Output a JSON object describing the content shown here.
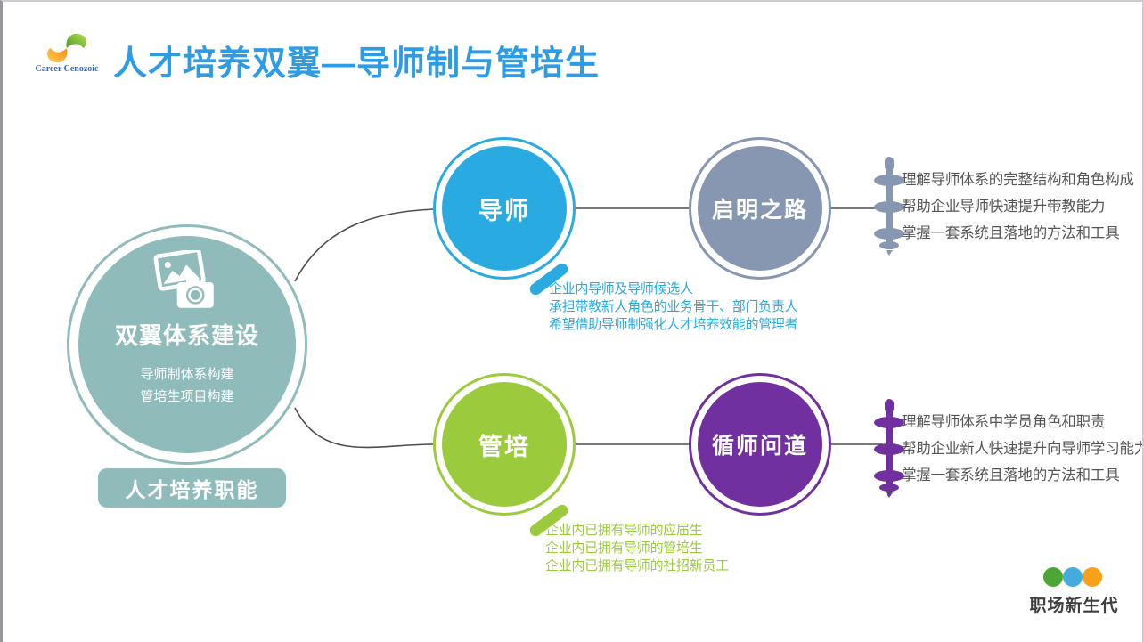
{
  "header": {
    "logo_brand": "Career Cenozoic",
    "title": "人才培养双翼—导师制与管培生",
    "title_color": "#2E9BE5"
  },
  "hub": {
    "icon": "photo-camera-icon",
    "color": "#8FBCBA",
    "title": "双翼体系建设",
    "subtitle_lines": [
      "导师制体系构建",
      "管培生项目构建"
    ],
    "label": "人才培养职能"
  },
  "branches": [
    {
      "circle_label": "导师",
      "color": "#29ABE2",
      "result_label": "启明之路",
      "result_color": "#8796B1",
      "audience": [
        "企业内导师及导师候选人",
        "承担带教新人角色的业务骨干、部门负责人",
        "希望借助导师制强化人才培养效能的管理者"
      ],
      "outcomes": [
        "理解导师体系的完整结构和角色构成",
        "帮助企业导师快速提升带教能力",
        "掌握一套系统且落地的方法和工具"
      ]
    },
    {
      "circle_label": "管培",
      "color": "#9BCB3D",
      "result_label": "循师问道",
      "result_color": "#7030A0",
      "audience": [
        "企业内已拥有导师的应届生",
        "企业内已拥有导师的管培生",
        "企业内已拥有导师的社招新员工"
      ],
      "outcomes": [
        "理解导师体系中学员角色和职责",
        "帮助企业新人快速提升向导师学习能力",
        "掌握一套系统且落地的方法和工具"
      ]
    }
  ],
  "footer": {
    "dot_colors": [
      "#4CA636",
      "#45AADC",
      "#F7A11A"
    ],
    "brand": "职场新生代"
  }
}
